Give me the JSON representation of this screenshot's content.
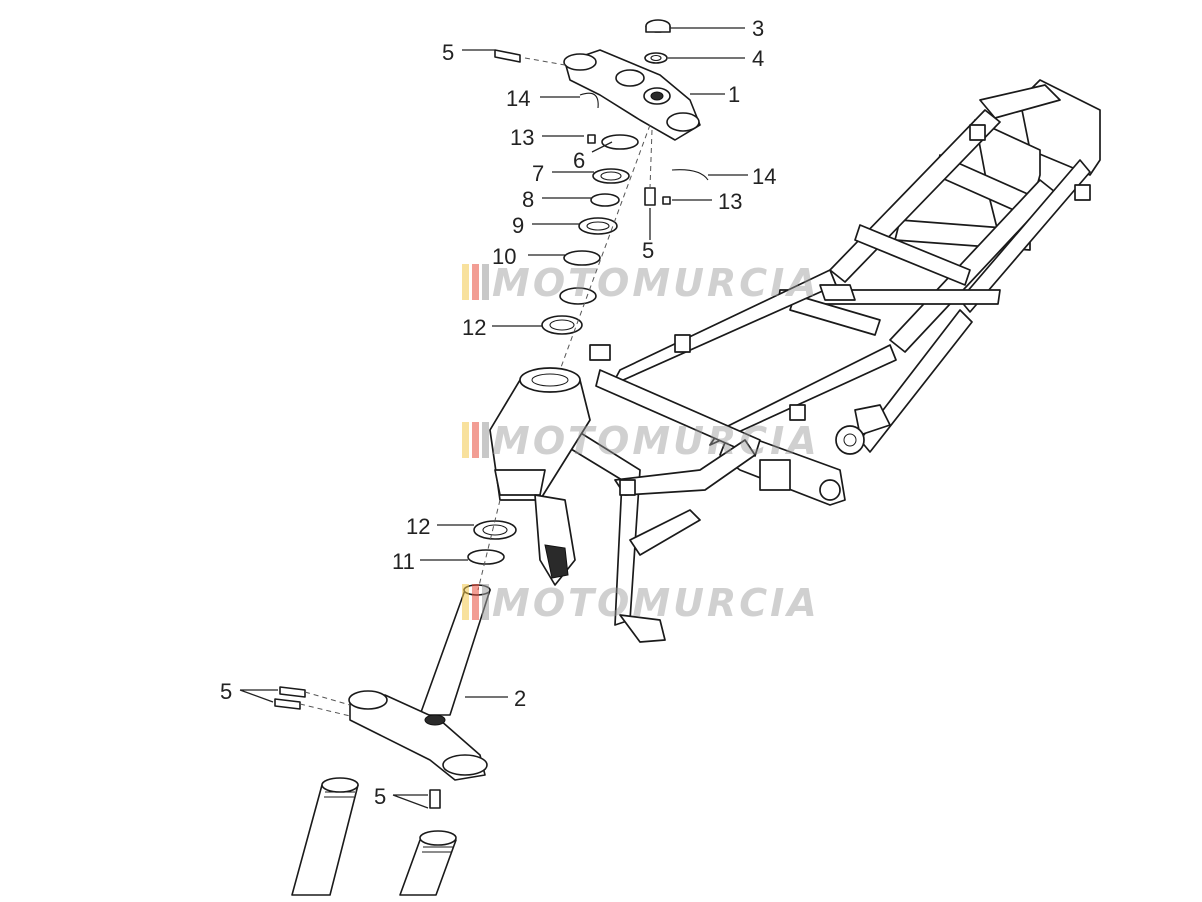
{
  "watermark": {
    "text": "MOTOMURCIA",
    "stripe_colors": [
      "#f2c94c",
      "#e74c3c",
      "#9b9b9b"
    ]
  },
  "callouts": {
    "c1": "1",
    "c2": "2",
    "c3": "3",
    "c4": "4",
    "c5_top_left": "5",
    "c5_middle": "5",
    "c5_bottom_left": "5",
    "c5_bottom_middle": "5",
    "c6": "6",
    "c7": "7",
    "c8": "8",
    "c9": "9",
    "c10": "10",
    "c11": "11",
    "c12_upper": "12",
    "c12_lower": "12",
    "c13_left": "13",
    "c13_right": "13",
    "c14_left": "14",
    "c14_right": "14"
  }
}
